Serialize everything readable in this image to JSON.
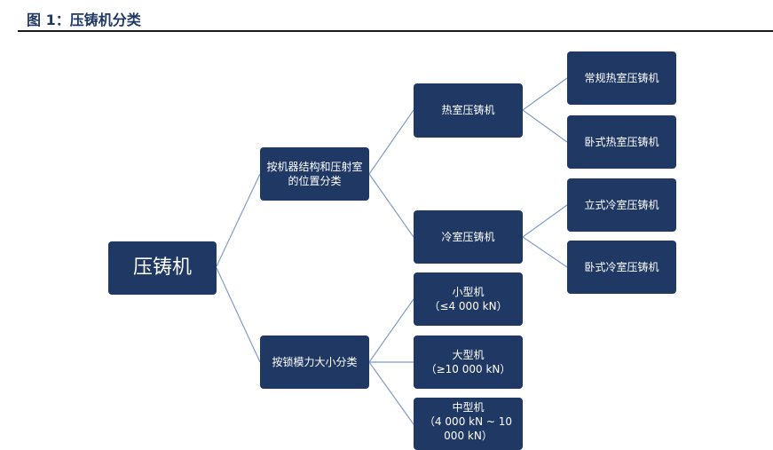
{
  "figure": {
    "title": "图 1：压铸机分类"
  },
  "root": {
    "label": "压铸机"
  },
  "structure_branch": {
    "label": "按机器结构和压射室的位置分类"
  },
  "hot_chamber": {
    "label": "热室压铸机"
  },
  "cold_chamber": {
    "label": "冷室压铸机"
  },
  "conventional_hot": {
    "label": "常规热室压铸机"
  },
  "horizontal_hot": {
    "label": "卧式热室压铸机"
  },
  "vertical_cold": {
    "label": "立式冷室压铸机"
  },
  "horizontal_cold": {
    "label": "卧式冷室压铸机"
  },
  "force_branch": {
    "label": "按锁模力大小分类"
  },
  "small": {
    "label": "小型机",
    "range": "（≤4 000 kN）"
  },
  "large": {
    "label": "大型机",
    "range": "（≥10 000 kN）"
  },
  "medium": {
    "label": "中型机",
    "range": "（4 000 kN ~ 10 000 kN）"
  },
  "colors": {
    "node_fill": "#1f3864",
    "node_text": "#ffffff",
    "connector": "#7f9cc8",
    "title": "#1f3864"
  }
}
